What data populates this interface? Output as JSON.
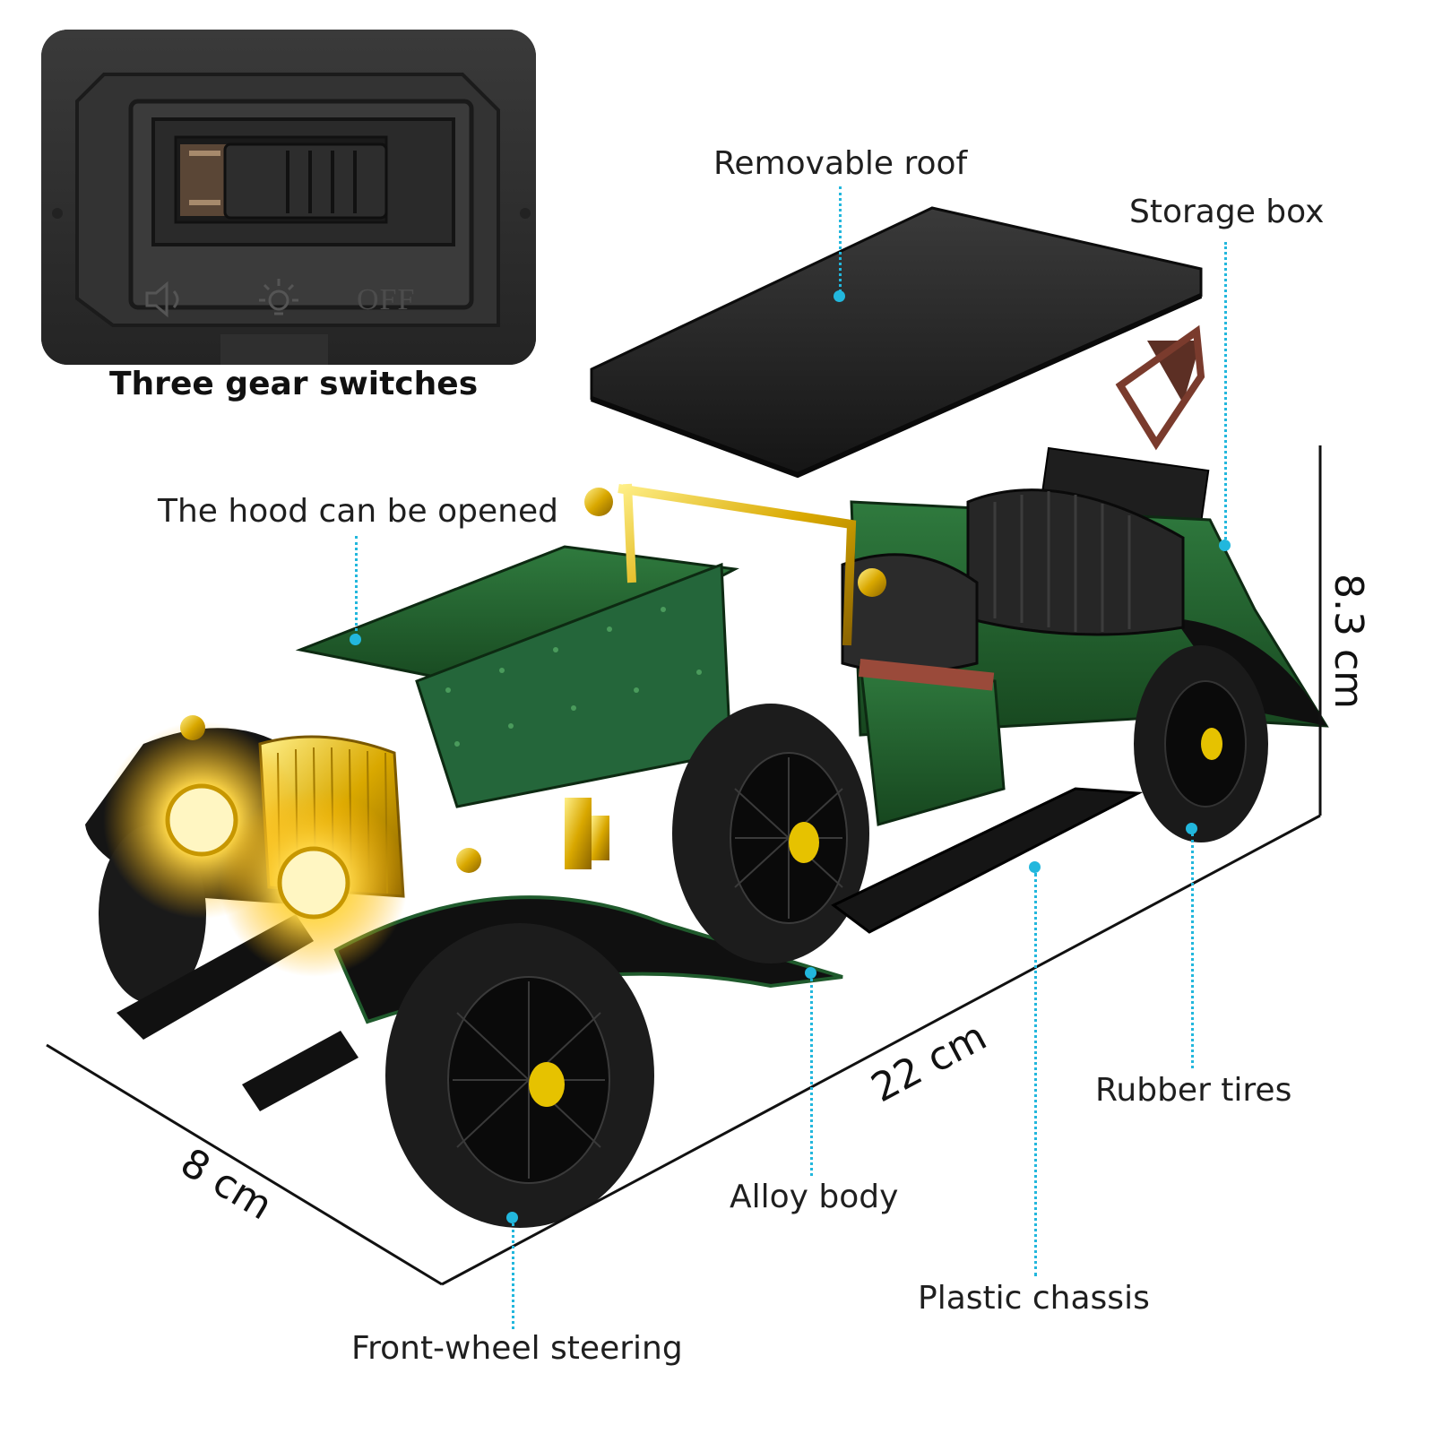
{
  "inset": {
    "caption": "Three gear switches",
    "switch_marks": {
      "off": "OFF"
    },
    "icons": [
      "speaker-icon",
      "light-icon"
    ]
  },
  "callouts": {
    "removable_roof": "Removable roof",
    "storage_box": "Storage box",
    "hood": "The hood can be opened",
    "rubber_tires": "Rubber tires",
    "alloy_body": "Alloy body",
    "plastic_chassis": "Plastic chassis",
    "front_steering": "Front-wheel steering"
  },
  "dimensions": {
    "height": "8.3 cm",
    "length": "22 cm",
    "width": "8 cm"
  },
  "colors": {
    "callout_accent": "#22b7dd",
    "body_green": "#1f5a2c",
    "chrome_gold": "#d9a800",
    "tire_black": "#1a1a1a"
  }
}
